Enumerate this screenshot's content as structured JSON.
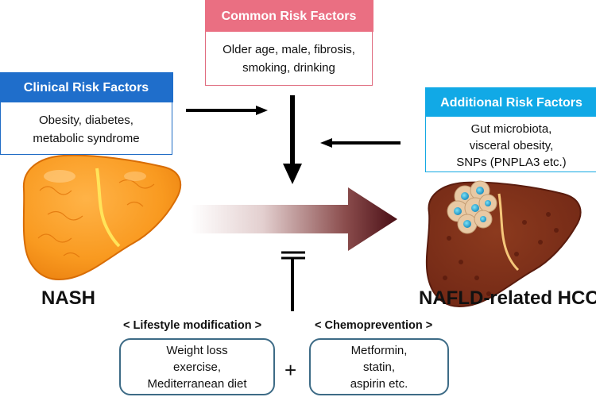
{
  "common": {
    "title": "Common Risk Factors",
    "lines": [
      "Older age, male, fibrosis,",
      "smoking,  drinking"
    ],
    "color": "#ea6f82"
  },
  "clinical": {
    "title": "Clinical Risk Factors",
    "lines": [
      "Obesity, diabetes,",
      "metabolic syndrome"
    ],
    "color": "#1f6ecb"
  },
  "additional": {
    "title": "Additional Risk Factors",
    "lines": [
      "Gut microbiota,",
      "visceral obesity,",
      "SNPs (PNPLA3 etc.)"
    ],
    "color": "#11a9e6"
  },
  "nodes": {
    "nash": "NASH",
    "hcc": "NAFLD-related HCC"
  },
  "lifestyle": {
    "heading": "< Lifestyle modification >",
    "lines": [
      "Weight loss",
      "exercise,",
      "Mediterranean diet"
    ]
  },
  "chemo": {
    "heading": "< Chemoprevention >",
    "lines": [
      "Metformin,",
      "statin,",
      "aspirin etc."
    ]
  },
  "plus": "+",
  "icons": {
    "healthy_liver": "nash-liver-icon",
    "cancer_liver": "hcc-liver-icon"
  }
}
